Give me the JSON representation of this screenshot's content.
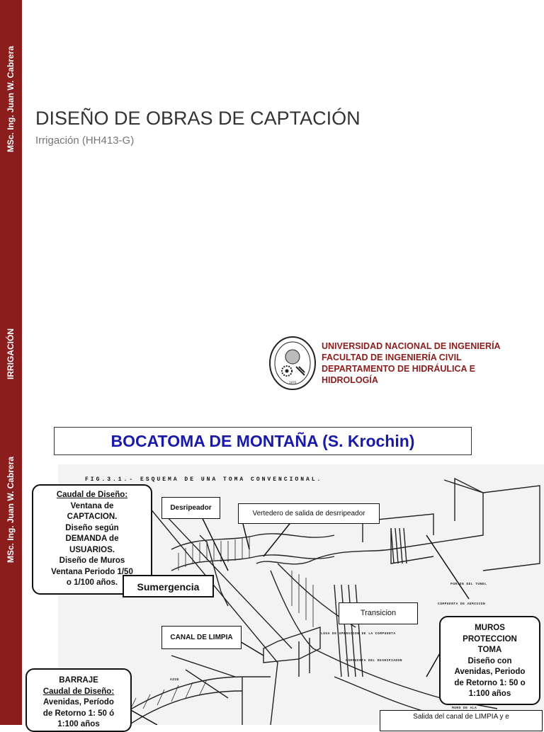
{
  "sidebar": {
    "labels": [
      "MSc. Ing. Juan W. Cabrera",
      "IRRIGACIÓN",
      "MSc. Ing. Juan W. Cabrera"
    ]
  },
  "slide": {
    "title": "DISEÑO DE OBRAS DE CAPTACIÓN",
    "subtitle": "Irrigación (HH413-G)"
  },
  "university": {
    "lines": [
      "UNIVERSIDAD NACIONAL DE INGENIERÍA",
      "FACULTAD DE INGENIERÍA CIVIL",
      "DEPARTAMENTO DE HIDRÁULICA E",
      "HIDROLOGÍA"
    ],
    "seal_year": "1876"
  },
  "banner": {
    "text": "BOCATOMA DE MONTAÑA (S. Krochin)"
  },
  "diagram": {
    "caption": "FIG.3.1.- ESQUEMA DE UNA TOMA CONVENCIONAL.",
    "callouts": {
      "caudal_ventana": [
        "Caudal de Diseño:",
        "Ventana de",
        "CAPTACION.",
        "Diseño según",
        "DEMANDA de",
        "USUARIOS.",
        "Diseño de Muros",
        "Ventana Periodo 1/50",
        "o 1/100 años."
      ],
      "sumergencia": "Sumergencia",
      "desripeador": "Desripeador",
      "vertedero": "Vertedero de salida de desrripeador",
      "transicion": "Transicion",
      "canal_limpia": "CANAL DE LIMPIA",
      "muros": [
        "MUROS",
        "PROTECCION",
        "TOMA",
        "Diseño con",
        "Avenidas, Periodo",
        "de Retorno 1: 50 o",
        "1:100 años"
      ],
      "barraje": [
        "BARRAJE",
        "Caudal de Diseño:",
        "Avenidas, Período",
        "de Retorno 1: 50 ó",
        "1:100 años"
      ],
      "salida": "Salida del canal de LIMPIA y e"
    },
    "notes": {
      "portal": "PORTON DEL TUNEL",
      "compuerta_admision": "COMPUERTA DE ADMISION",
      "losa": "LOSA DE OPERACION DE LA COMPUERTA",
      "compuerta_desripeador": "COMPUERTA DEL DESRIPIADOR",
      "muro_ala": "MURO DE ALA",
      "azud": "AZUD"
    }
  },
  "colors": {
    "sidebar": "#8b1d1d",
    "university_text": "#8b1d1d",
    "banner_text": "#1a1aa8"
  }
}
